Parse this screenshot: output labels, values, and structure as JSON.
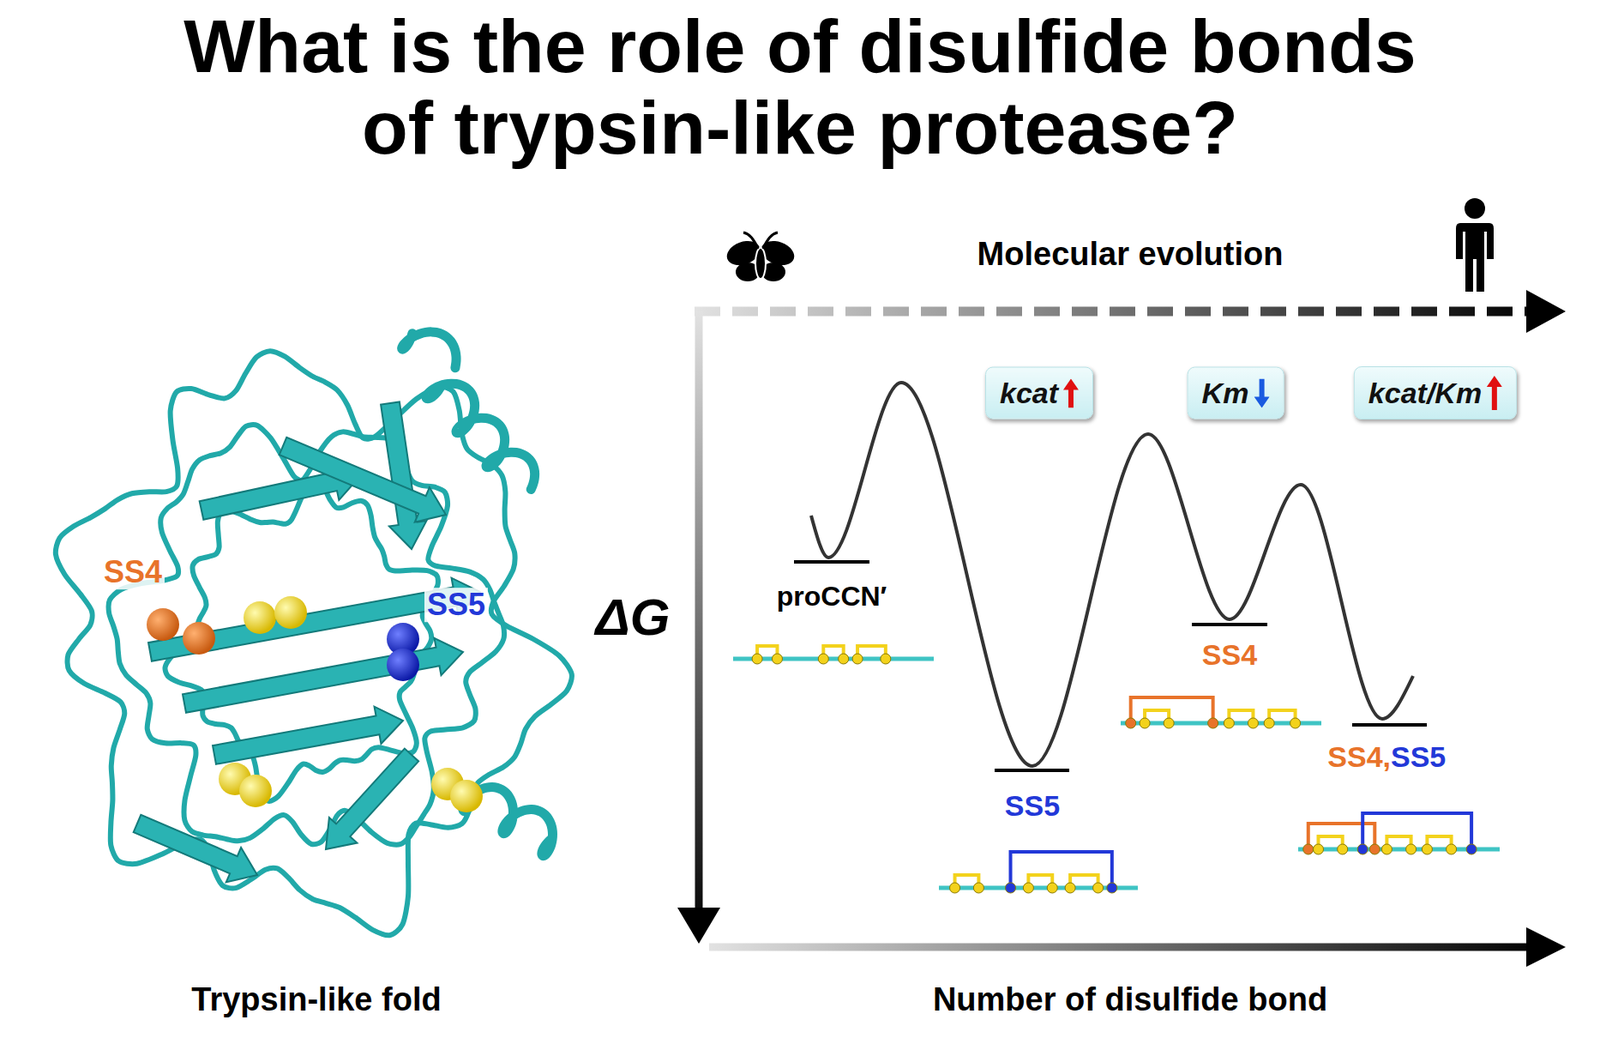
{
  "diagram": {
    "title": "What is the role of disulfide bonds of trypsin-like protease?",
    "nodes": [
      {
        "text": [
          "kcat"
        ]
      },
      {
        "text": [
          "Km"
        ]
      },
      {
        "text": [
          "kcat/Km"
        ]
      }
    ],
    "labels": [
      "SS4",
      "SS5",
      "Trypsin-like fold",
      "Molecular evolution",
      "ΔG",
      "Number of disulfide bond",
      "proCCN′",
      "SS5",
      "SS4",
      "SS4,",
      "SS5"
    ]
  }
}
